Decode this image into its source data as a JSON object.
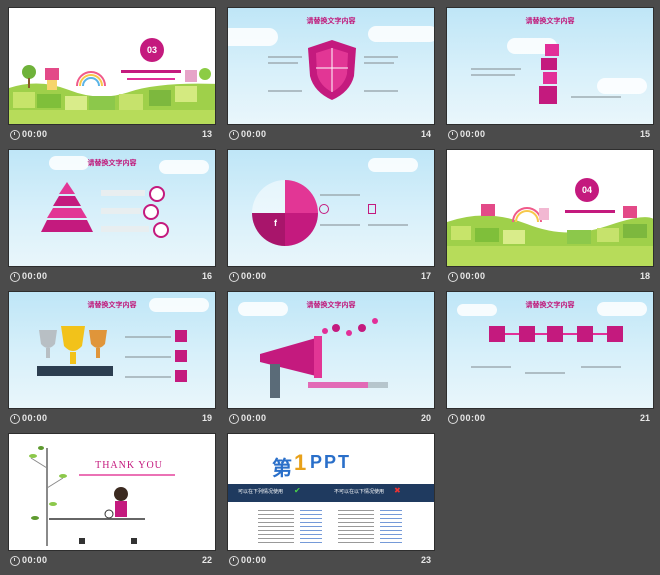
{
  "slides": [
    {
      "time": "00:00",
      "number": "13",
      "badge": "03"
    },
    {
      "time": "00:00",
      "number": "14",
      "title": "请替换文字内容"
    },
    {
      "time": "00:00",
      "number": "15",
      "title": "请替换文字内容"
    },
    {
      "time": "00:00",
      "number": "16",
      "title": "请替换文字内容"
    },
    {
      "time": "00:00",
      "number": "17"
    },
    {
      "time": "00:00",
      "number": "18",
      "badge": "04"
    },
    {
      "time": "00:00",
      "number": "19",
      "title": "请替换文字内容"
    },
    {
      "time": "00:00",
      "number": "20",
      "title": "请替换文字内容"
    },
    {
      "time": "00:00",
      "number": "21",
      "title": "请替换文字内容"
    },
    {
      "time": "00:00",
      "number": "22",
      "thank": "THANK YOU"
    },
    {
      "time": "00:00",
      "number": "23",
      "ppt": "PPT",
      "col_left": "可以在下列情况使用",
      "col_right": "不可以在以下情况使用"
    }
  ],
  "colors": {
    "accent": "#c41a7e",
    "background": "#4b4b4b",
    "caption": "#e8e8e8"
  }
}
